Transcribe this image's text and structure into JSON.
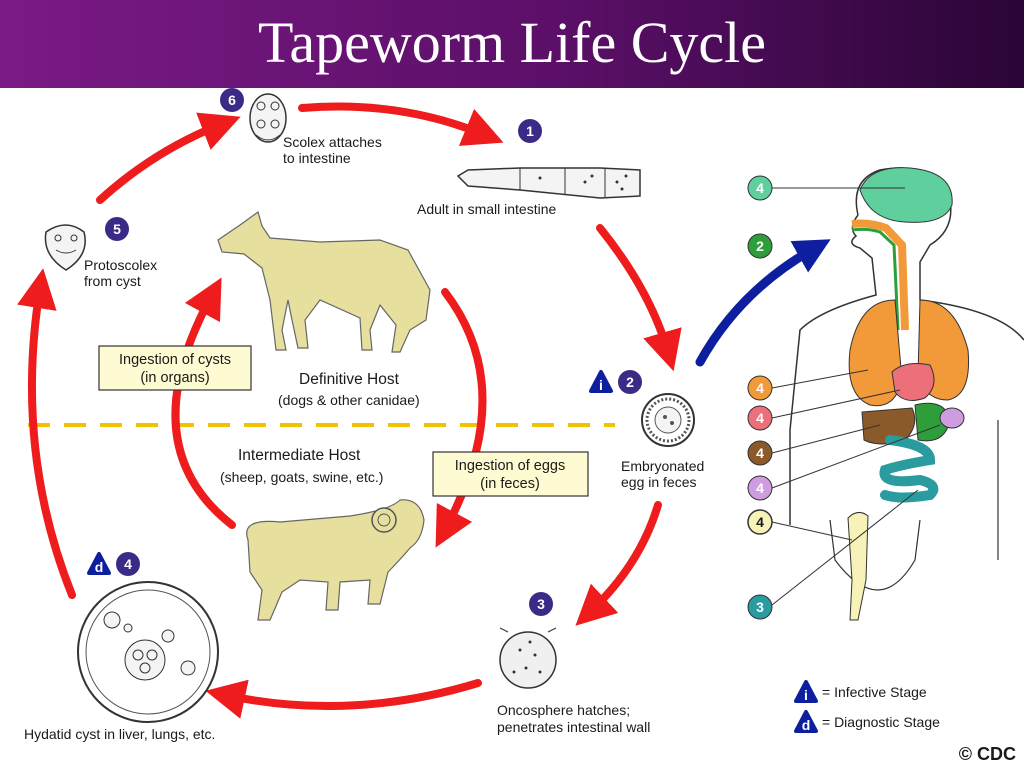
{
  "title": "Tapeworm Life Cycle",
  "stages": {
    "s1": {
      "num": "1",
      "label": "Adult in small intestine"
    },
    "s2": {
      "num": "2",
      "line1": "Embryonated",
      "line2": "egg in feces",
      "marker": "i"
    },
    "s3": {
      "num": "3",
      "line1": "Oncosphere hatches;",
      "line2": "penetrates intestinal wall"
    },
    "s4": {
      "num": "4",
      "label": "Hydatid cyst in liver, lungs, etc.",
      "marker": "d"
    },
    "s5": {
      "num": "5",
      "line1": "Protoscolex",
      "line2": "from cyst"
    },
    "s6": {
      "num": "6",
      "line1": "Scolex attaches",
      "line2": "to intestine"
    }
  },
  "hosts": {
    "definitive": {
      "line1": "Definitive Host",
      "line2": "(dogs & other canidae)"
    },
    "intermediate": {
      "line1": "Intermediate Host",
      "line2": "(sheep, goats, swine, etc.)"
    }
  },
  "boxes": {
    "cysts": {
      "line1": "Ingestion of cysts",
      "line2": "(in organs)"
    },
    "eggs": {
      "line1": "Ingestion of eggs",
      "line2": "(in feces)"
    }
  },
  "human_badges": [
    {
      "num": "4",
      "color": "#5fcf9e"
    },
    {
      "num": "2",
      "color": "#2e9e3a"
    },
    {
      "num": "4",
      "color": "#f29a3a"
    },
    {
      "num": "4",
      "color": "#ec6f7a"
    },
    {
      "num": "4",
      "color": "#8b5a2b"
    },
    {
      "num": "4",
      "color": "#cf9ddf"
    },
    {
      "num": "4",
      "color": "#f6f2b8"
    },
    {
      "num": "3",
      "color": "#2a9b9e"
    }
  ],
  "legend": {
    "infective_marker": "i",
    "infective": "= Infective Stage",
    "diagnostic_marker": "d",
    "diagnostic": "= Diagnostic Stage"
  },
  "credit": "© CDC",
  "colors": {
    "arrow_red": "#ee1c1c",
    "arrow_blue": "#0d1f9e",
    "badge_purple": "#3c2a87",
    "dashed_line": "#f2c200",
    "box_fill": "#fefbd2",
    "animal_fill": "#e6df9e",
    "title_purple": "#6a1478"
  }
}
